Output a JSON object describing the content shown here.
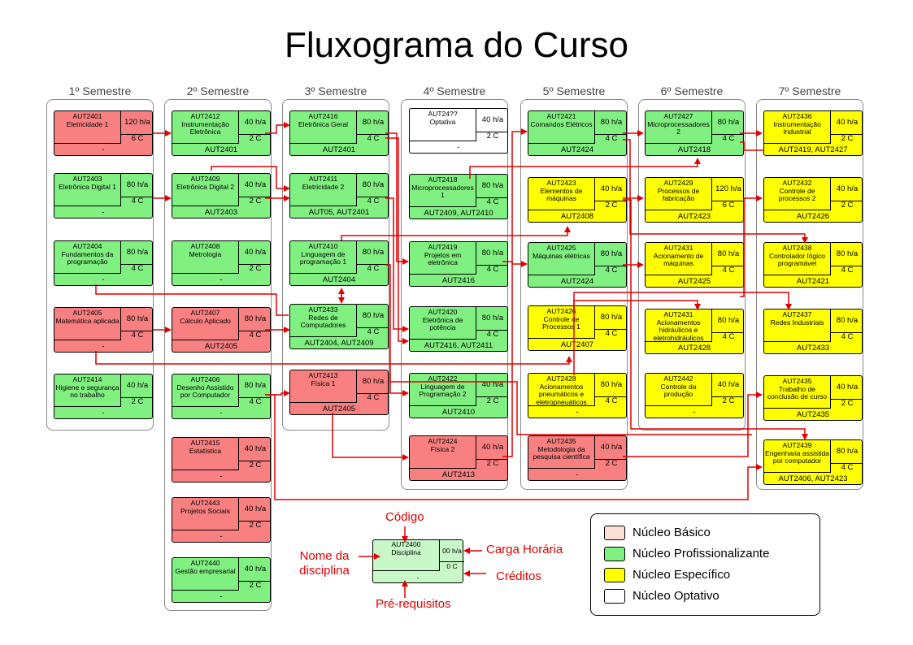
{
  "title": "Fluxograma do Curso",
  "colors": {
    "basico": "#f88080",
    "prof": "#80f080",
    "espec": "#ffff00",
    "opt": "#ffffff",
    "arrow": "#e00000"
  },
  "semesters": [
    {
      "label": "1º Semestre"
    },
    {
      "label": "2º Semestre"
    },
    {
      "label": "3º Semestre"
    },
    {
      "label": "4º Semestre"
    },
    {
      "label": "5º Semestre"
    },
    {
      "label": "6º Semestre"
    },
    {
      "label": "7º Semestre"
    }
  ],
  "courses": [
    {
      "code": "AUT2401",
      "name": "Eletricidade 1",
      "hours": "120 h/a",
      "credits": "6 C",
      "prereq": "-",
      "type": "basico"
    },
    {
      "code": "AUT2403",
      "name": "Eletrônica Digital 1",
      "hours": "80 h/a",
      "credits": "4 C",
      "prereq": "-",
      "type": "prof"
    },
    {
      "code": "AUT2404",
      "name": "Fundamentos da programação",
      "hours": "80 h/a",
      "credits": "4 C",
      "prereq": "-",
      "type": "prof"
    },
    {
      "code": "AUT2405",
      "name": "Matemática aplicada",
      "hours": "80 h/a",
      "credits": "4 C",
      "prereq": "-",
      "type": "basico"
    },
    {
      "code": "AUT2414",
      "name": "Higiene e segurança no trabalho",
      "hours": "40 h/a",
      "credits": "2 C",
      "prereq": "-",
      "type": "prof"
    },
    {
      "code": "AUT2412",
      "name": "Instrumentação Eletrônica",
      "hours": "40 h/a",
      "credits": "2 C",
      "prereq": "AUT2401",
      "type": "prof"
    },
    {
      "code": "AUT2409",
      "name": "Eletrônica Digital 2",
      "hours": "40 h/a",
      "credits": "2 C",
      "prereq": "AUT2403",
      "type": "prof"
    },
    {
      "code": "AUT2408",
      "name": "Metrologia",
      "hours": "40 h/a",
      "credits": "2 C",
      "prereq": "-",
      "type": "prof"
    },
    {
      "code": "AUT2407",
      "name": "Cálculo Aplicado",
      "hours": "80 h/a",
      "credits": "4 C",
      "prereq": "AUT2405",
      "type": "basico"
    },
    {
      "code": "AUT2406",
      "name": "Desenho Assistido por Computador",
      "hours": "80 h/a",
      "credits": "4 C",
      "prereq": "-",
      "type": "prof"
    },
    {
      "code": "AUT2415",
      "name": "Estatística",
      "hours": "40 h/a",
      "credits": "2 C",
      "prereq": "-",
      "type": "basico"
    },
    {
      "code": "AUT2443",
      "name": "Projetos Sociais",
      "hours": "40 h/a",
      "credits": "2 C",
      "prereq": "-",
      "type": "basico"
    },
    {
      "code": "AUT2440",
      "name": "Gestão empresarial",
      "hours": "40 h/a",
      "credits": "2 C",
      "prereq": "-",
      "type": "prof"
    },
    {
      "code": "AUT2416",
      "name": "Eletrônica Geral",
      "hours": "80 h/a",
      "credits": "4 C",
      "prereq": "AUT2401",
      "type": "prof"
    },
    {
      "code": "AUT2411",
      "name": "Eletricidade 2",
      "hours": "80 h/a",
      "credits": "4 C",
      "prereq": "AUT05, AUT2401",
      "type": "prof"
    },
    {
      "code": "AUT2410",
      "name": "Linguagem de programação 1",
      "hours": "80 h/a",
      "credits": "4 C",
      "prereq": "AUT2404",
      "type": "prof"
    },
    {
      "code": "AUT2433",
      "name": "Redes de Computadores",
      "hours": "80 h/a",
      "credits": "4 C",
      "prereq": "AUT2404, AUT2409",
      "type": "prof"
    },
    {
      "code": "AUT2413",
      "name": "Física 1",
      "hours": "80 h/a",
      "credits": "4 C",
      "prereq": "AUT2405",
      "type": "basico"
    },
    {
      "code": "AUT24??",
      "name": "Optativa",
      "hours": "40 h/a",
      "credits": "2 C",
      "prereq": "-",
      "type": "opt"
    },
    {
      "code": "AUT2418",
      "name": "Microprocessadores 1",
      "hours": "80 h/a",
      "credits": "4 C",
      "prereq": "AUT2409, AUT2410",
      "type": "prof"
    },
    {
      "code": "AUT2419",
      "name": "Projetos em eletrônica",
      "hours": "80 h/a",
      "credits": "4 C",
      "prereq": "AUT2416",
      "type": "prof"
    },
    {
      "code": "AUT2420",
      "name": "Eletrônica de potência",
      "hours": "80 h/a",
      "credits": "4 C",
      "prereq": "AUT2416, AUT2411",
      "type": "prof"
    },
    {
      "code": "AUT2422",
      "name": "Linguagem de Programação 2",
      "hours": "40 h/a",
      "credits": "2 C",
      "prereq": "AUT2410",
      "type": "prof"
    },
    {
      "code": "AUT2424",
      "name": "Física 2",
      "hours": "40 h/a",
      "credits": "2 C",
      "prereq": "AUT2413",
      "type": "basico"
    },
    {
      "code": "AUT2421",
      "name": "Comandos Elétricos",
      "hours": "80 h/a",
      "credits": "4 C",
      "prereq": "AUT2424",
      "type": "prof"
    },
    {
      "code": "AUT2423",
      "name": "Elementos de máquinas",
      "hours": "40 h/a",
      "credits": "2 C",
      "prereq": "AUT2408",
      "type": "espec"
    },
    {
      "code": "AUT2425",
      "name": "Máquinas elétricas",
      "hours": "80 h/a",
      "credits": "4 C",
      "prereq": "AUT2424",
      "type": "prof"
    },
    {
      "code": "AUT2426",
      "name": "Controle de Processos 1",
      "hours": "80 h/a",
      "credits": "4 C",
      "prereq": "AUT2407",
      "type": "espec"
    },
    {
      "code": "AUT2428",
      "name": "Acionamentos pneumáticos e eletropneuáticos",
      "hours": "80 h/a",
      "credits": "4 C",
      "prereq": "-",
      "type": "espec"
    },
    {
      "code": "AUT2435",
      "name": "Metodologia da pesquisa científica",
      "hours": "40 h/a",
      "credits": "2 C",
      "prereq": "-",
      "type": "basico"
    },
    {
      "code": "AUT2427",
      "name": "Microprocessadores 2",
      "hours": "80 h/a",
      "credits": "4 C",
      "prereq": "AUT2418",
      "type": "prof"
    },
    {
      "code": "AUT2429",
      "name": "Processos de fabricação",
      "hours": "120 h/a",
      "credits": "6 C",
      "prereq": "AUT2423",
      "type": "espec"
    },
    {
      "code": "AUT2431",
      "name": "Acionamento de máquinas",
      "hours": "80 h/a",
      "credits": "4 C",
      "prereq": "AUT2425",
      "type": "espec"
    },
    {
      "code": "AUT2431",
      "name": "Acionamentos hidráulicos e eletrohidráulicos",
      "hours": "80 h/a",
      "credits": "4 C",
      "prereq": "AUT2428",
      "type": "espec"
    },
    {
      "code": "AUT2442",
      "name": "Controle da produção",
      "hours": "40 h/a",
      "credits": "2 C",
      "prereq": "-",
      "type": "espec"
    },
    {
      "code": "AUT2436",
      "name": "Instrumentação Industrial",
      "hours": "40 h/a",
      "credits": "2 C",
      "prereq": "AUT2419, AUT2427",
      "type": "espec"
    },
    {
      "code": "AUT2432",
      "name": "Controle de processos 2",
      "hours": "40 h/a",
      "credits": "2 C",
      "prereq": "AUT2426",
      "type": "espec"
    },
    {
      "code": "AUT2438",
      "name": "Controlador lógico programável",
      "hours": "80 h/a",
      "credits": "4 C",
      "prereq": "AUT2421",
      "type": "espec"
    },
    {
      "code": "AUT2437",
      "name": "Redes Industriais",
      "hours": "80 h/a",
      "credits": "4 C",
      "prereq": "AUT2433",
      "type": "espec"
    },
    {
      "code": "AUT2435",
      "name": "Trabalho de conclusão de curso",
      "hours": "40 h/a",
      "credits": "2 C",
      "prereq": "AUT2435",
      "type": "espec"
    },
    {
      "code": "AUT2439",
      "name": "Engenharia assistida por computador",
      "hours": "80 h/a",
      "credits": "4 C",
      "prereq": "AUT2406, AUT2423",
      "type": "espec"
    }
  ],
  "example": {
    "code": "AUT2400",
    "name": "Disciplina",
    "hours": "00 h/a",
    "credits": "0 C",
    "prereq": "-"
  },
  "annotations": {
    "codigo": "Código",
    "nome": "Nome da disciplina",
    "carga": "Carga Horária",
    "creditos": "Créditos",
    "prereq": "Pré-requisitos"
  },
  "legend": [
    {
      "label": "Núcleo Básico",
      "color": "#fde0d4"
    },
    {
      "label": "Núcleo Profissionalizante",
      "color": "#80f080"
    },
    {
      "label": "Núcleo Específico",
      "color": "#ffff00"
    },
    {
      "label": "Núcleo Optativo",
      "color": "#ffffff"
    }
  ]
}
